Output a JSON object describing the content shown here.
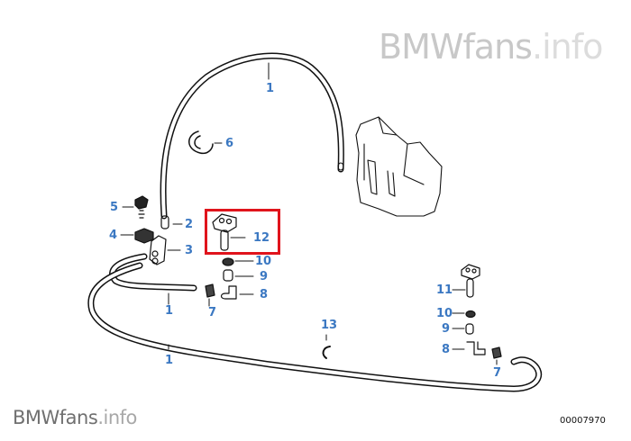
{
  "watermark_top": {
    "brand": "BMWfans",
    "suffix": ".info"
  },
  "watermark_bottom": {
    "brand": "BMWfans",
    "suffix": ".info"
  },
  "diagram_code": "00007970",
  "highlight_color": "#e0141c",
  "label_color": "#3b78c2",
  "callouts": [
    {
      "id": "1a",
      "text": "1"
    },
    {
      "id": "1b",
      "text": "1"
    },
    {
      "id": "1c",
      "text": "1"
    },
    {
      "id": "2",
      "text": "2"
    },
    {
      "id": "3",
      "text": "3"
    },
    {
      "id": "4",
      "text": "4"
    },
    {
      "id": "5",
      "text": "5"
    },
    {
      "id": "6",
      "text": "6"
    },
    {
      "id": "7a",
      "text": "7"
    },
    {
      "id": "7b",
      "text": "7"
    },
    {
      "id": "8a",
      "text": "8"
    },
    {
      "id": "8b",
      "text": "8"
    },
    {
      "id": "9a",
      "text": "9"
    },
    {
      "id": "9b",
      "text": "9"
    },
    {
      "id": "10a",
      "text": "10"
    },
    {
      "id": "10b",
      "text": "10"
    },
    {
      "id": "11",
      "text": "11"
    },
    {
      "id": "12",
      "text": "12"
    },
    {
      "id": "13",
      "text": "13"
    }
  ],
  "highlighted_part": "12"
}
